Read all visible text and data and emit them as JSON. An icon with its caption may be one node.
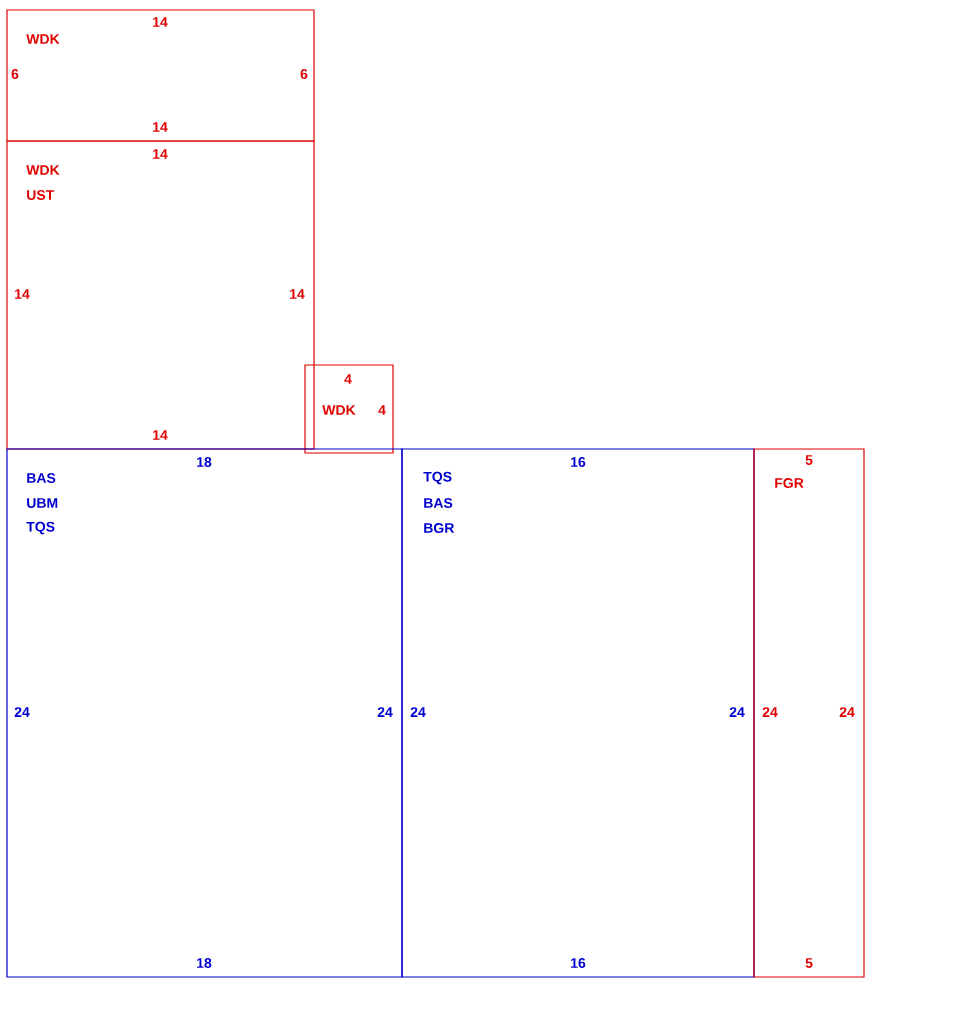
{
  "diagram": {
    "nodes": [
      {
        "text": [
          "14",
          "WDK",
          "6",
          "6",
          "14"
        ]
      },
      {
        "text": [
          "14",
          "WDK",
          "UST",
          "14",
          "14",
          "14"
        ]
      },
      {
        "text": [
          "4",
          "WDK",
          "4"
        ]
      },
      {
        "text": [
          "18",
          "BAS",
          "UBM",
          "TQS",
          "24",
          "24",
          "18"
        ]
      },
      {
        "text": [
          "16",
          "TQS",
          "BAS",
          "BGR",
          "24",
          "24",
          "16"
        ]
      },
      {
        "text": [
          "5",
          "FGR",
          "24",
          "24",
          "5"
        ]
      }
    ]
  }
}
